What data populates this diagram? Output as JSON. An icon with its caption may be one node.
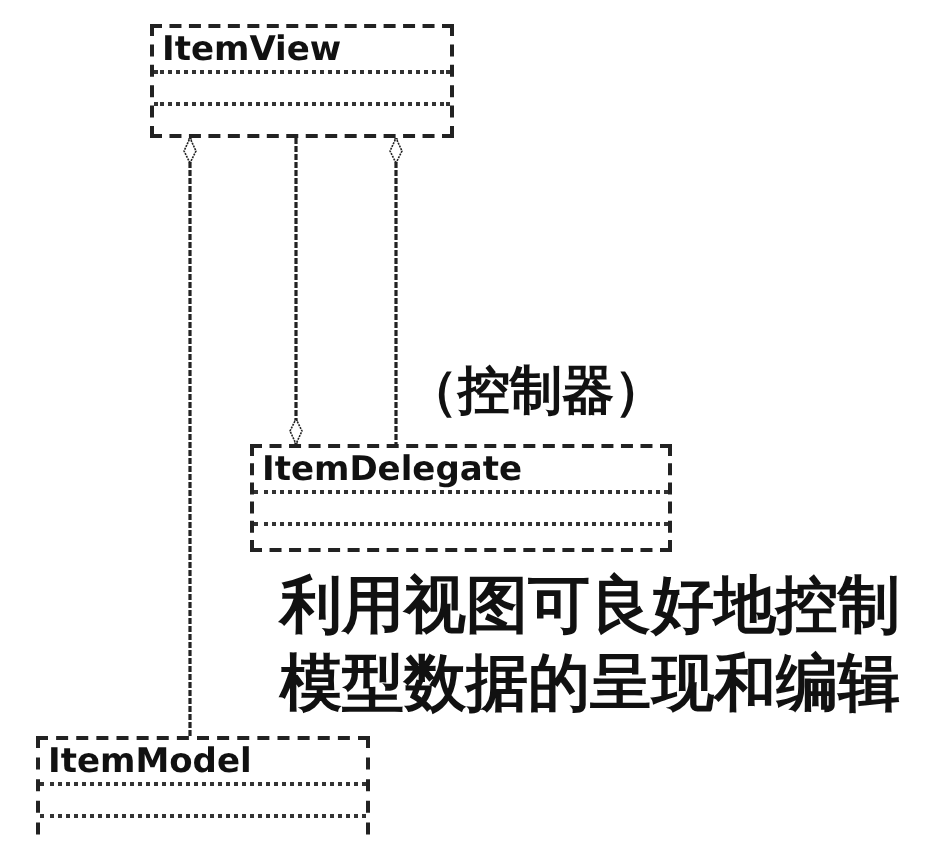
{
  "diagram": {
    "nodes": [
      {
        "text": [
          "ItemView"
        ]
      },
      {
        "text": [
          "ItemDelegate"
        ],
        "beside": [
          "（控制器）"
        ]
      },
      {
        "text": [
          "ItemModel"
        ]
      }
    ],
    "edges": [
      {
        "from": 0,
        "to": 2,
        "arrow": "other"
      },
      {
        "from": 0,
        "to": 1,
        "arrow": "other"
      },
      {
        "from": 0,
        "to": 1,
        "arrow": "other"
      }
    ],
    "labels": [
      "利用视图可良好地控制模型数据的呈现和编辑"
    ]
  }
}
